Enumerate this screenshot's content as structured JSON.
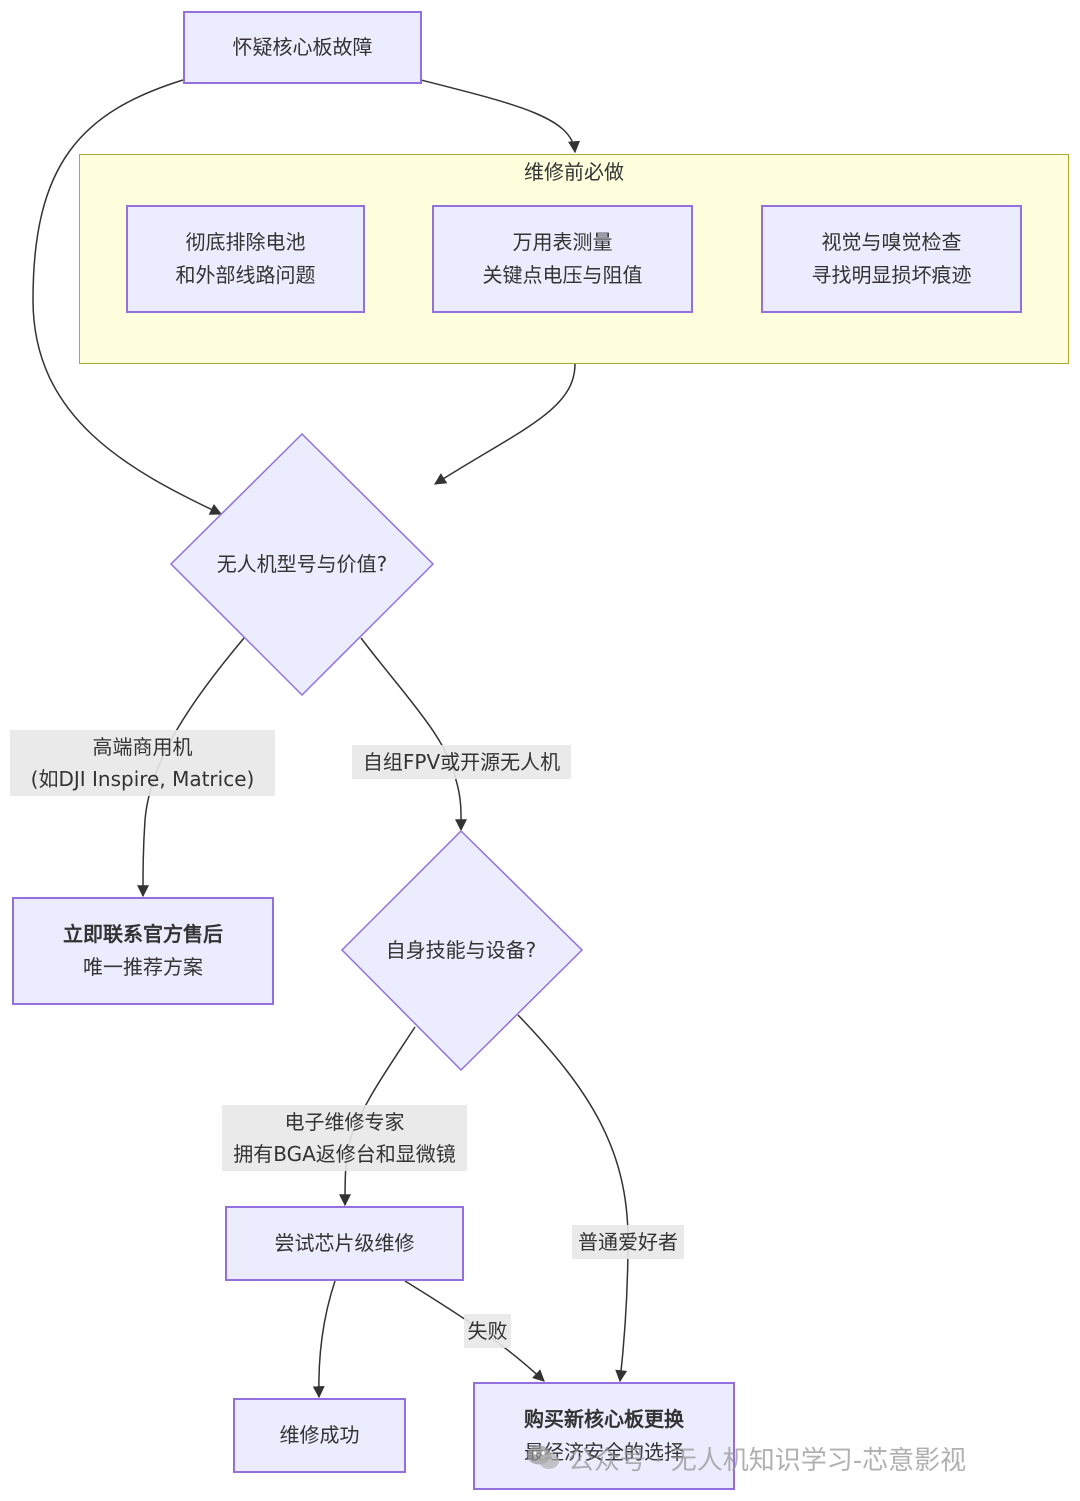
{
  "nodes": {
    "start": "怀疑核心板故障",
    "battery": [
      "彻底排除电池",
      "和外部线路问题"
    ],
    "multimeter": [
      "万用表测量",
      "关键点电压与阻值"
    ],
    "visual": [
      "视觉与嗅觉检查",
      "寻找明显损坏痕迹"
    ],
    "model_decision": "无人机型号与价值?",
    "official": {
      "title": "立即联系官方售后",
      "sub": "唯一推荐方案"
    },
    "skill_decision": "自身技能与设备?",
    "chip_repair": "尝试芯片级维修",
    "repair_success": "维修成功",
    "buy_new": {
      "title": "购买新核心板更换",
      "sub": "最经济安全的选择"
    }
  },
  "cluster": {
    "title": "维修前必做"
  },
  "edge_labels": {
    "high_end": [
      "高端商用机",
      "(如DJI Inspire, Matrice)"
    ],
    "fpv": "自组FPV或开源无人机",
    "expert": [
      "电子维修专家",
      "拥有BGA返修台和显微镜"
    ],
    "hobbyist": "普通爱好者",
    "fail": "失败"
  },
  "watermark": {
    "text": "公众号 · 无人机知识学习-芯意影视"
  },
  "colors": {
    "node_fill": "#ECECFF",
    "node_stroke": "#9370DB",
    "cluster_fill": "#FFFFDE",
    "cluster_stroke": "#AAAA33",
    "edge": "#333333",
    "edge_label_bg": "#E8E8E8"
  }
}
